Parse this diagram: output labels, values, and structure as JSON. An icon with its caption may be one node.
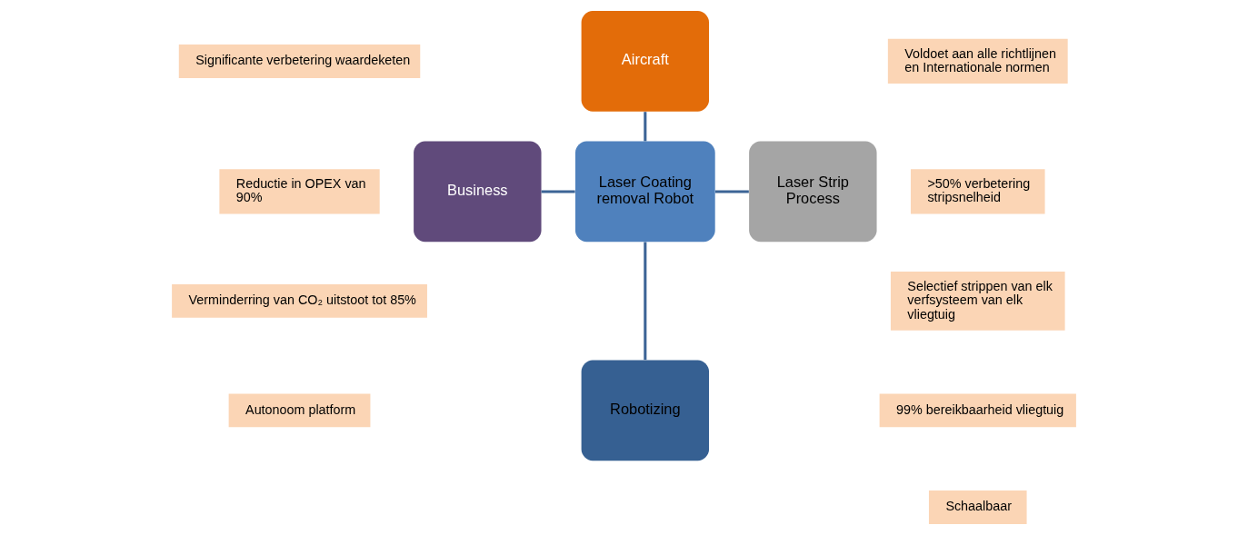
{
  "diagram": {
    "nodes": [
      {
        "text": [
          "Significante verbetering waardeketen"
        ]
      },
      {
        "text": [
          "Aircraft"
        ]
      },
      {
        "text": [
          "Voldoet aan alle richtlijnen en Internationale normen"
        ]
      },
      {
        "text": [
          "Reductie in OPEX van 90%"
        ]
      },
      {
        "text": [
          "Business"
        ]
      },
      {
        "text": [
          "Laser Coating removal Robot"
        ]
      },
      {
        "text": [
          "Laser Strip Process"
        ]
      },
      {
        "text": [
          ">50% verbetering stripsnelheid"
        ]
      },
      {
        "text": [
          "Verminderring van CO₂ uitstoot tot 85%"
        ]
      },
      {
        "text": [
          "Selectief strippen van elk verfsysteem van elk vliegtuig"
        ]
      },
      {
        "text": [
          "Autonoom platform"
        ]
      },
      {
        "text": [
          "Robotizing"
        ]
      },
      {
        "text": [
          "99% bereikbaarheid vliegtuig"
        ]
      },
      {
        "text": [
          "Schaalbaar"
        ]
      }
    ],
    "edges": [
      {
        "from": 1,
        "to": 5,
        "arrow": "none"
      },
      {
        "from": 4,
        "to": 5,
        "arrow": "none"
      },
      {
        "from": 5,
        "to": 6,
        "arrow": "none"
      },
      {
        "from": 5,
        "to": 11,
        "arrow": "none"
      }
    ]
  }
}
